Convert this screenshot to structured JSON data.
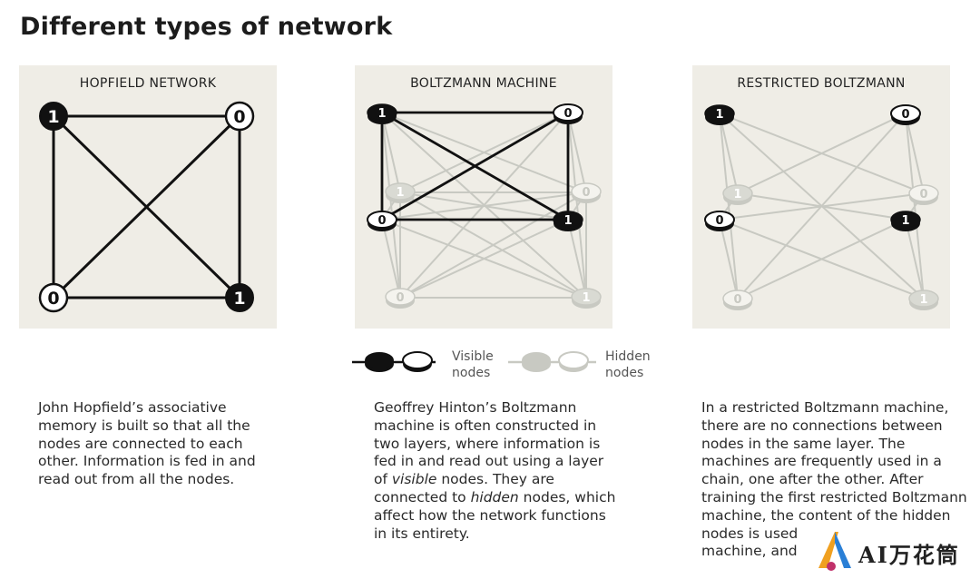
{
  "title": "Different types of network",
  "panels": [
    {
      "title": "HOPFIELD NETWORK"
    },
    {
      "title": "BOLTZMANN MACHINE"
    },
    {
      "title": "RESTRICTED BOLTZMANN"
    }
  ],
  "legend": {
    "visible_line1": "Visible",
    "visible_line2": "nodes",
    "hidden_line1": "Hidden",
    "hidden_line2": "nodes"
  },
  "descriptions": {
    "hopfield": [
      "John Hopfield’s associative",
      "memory is built so that all the",
      "nodes are connected to each",
      "other. Information is fed in and",
      "read out from all the nodes."
    ],
    "boltzmann": {
      "line1": "Geoffrey Hinton’s Boltzmann",
      "line2": "machine is often constructed in",
      "line3": "two layers, where information is",
      "line4": "fed in and read out using a layer",
      "line5_pre": "of ",
      "line5_em": "visible",
      "line5_post": " nodes. They are",
      "line6_pre": "connected to ",
      "line6_em": "hidden",
      "line6_post": " nodes, which",
      "line7": "affect how the network functions",
      "line8": "in its entirety."
    },
    "restricted": [
      "In a restricted Boltzmann machine,",
      "there are no connections between",
      "nodes in the same layer. The",
      "machines are frequently used in a",
      "chain, one after the other. After",
      "training the first restricted Boltzmann",
      "machine, the content of the hidden",
      "nodes is used",
      "machine, and"
    ]
  },
  "watermark": "AI万花筒",
  "colors": {
    "panel_bg": "#efede6",
    "visible_node": "#111111",
    "hidden_node": "#c8c9c2",
    "edge_dark": "#111111",
    "edge_light": "#c8c9c2"
  }
}
